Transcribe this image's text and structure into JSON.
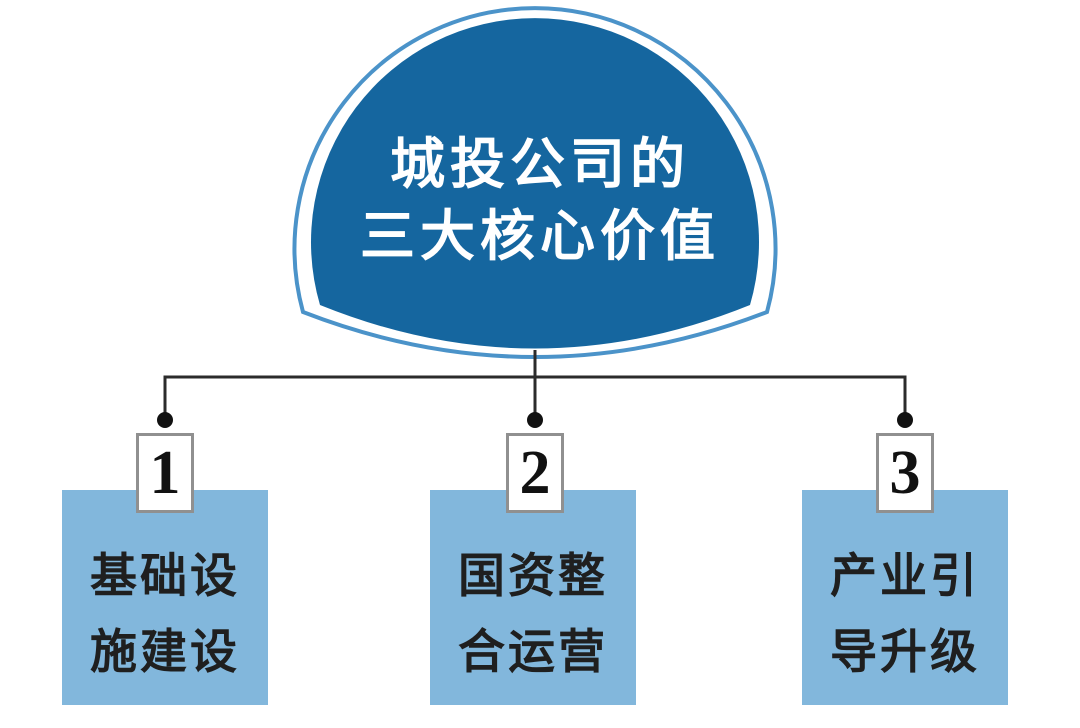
{
  "title": {
    "line1": "城投公司的",
    "line2": "三大核心价值"
  },
  "items": [
    {
      "number": "1",
      "line1": "基础设",
      "line2": "施建设"
    },
    {
      "number": "2",
      "line1": "国资整",
      "line2": "合运营"
    },
    {
      "number": "3",
      "line1": "产业引",
      "line2": "导升级"
    }
  ],
  "colors": {
    "circle_fill": "#15669f",
    "circle_ring": "#4b93c9",
    "box_fill": "#82b7dc",
    "line": "#2b2b2b",
    "dot": "#111111",
    "title_text": "#ffffff",
    "box_text": "#1f1f1f",
    "number_text": "#111111",
    "number_border": "#909090"
  }
}
